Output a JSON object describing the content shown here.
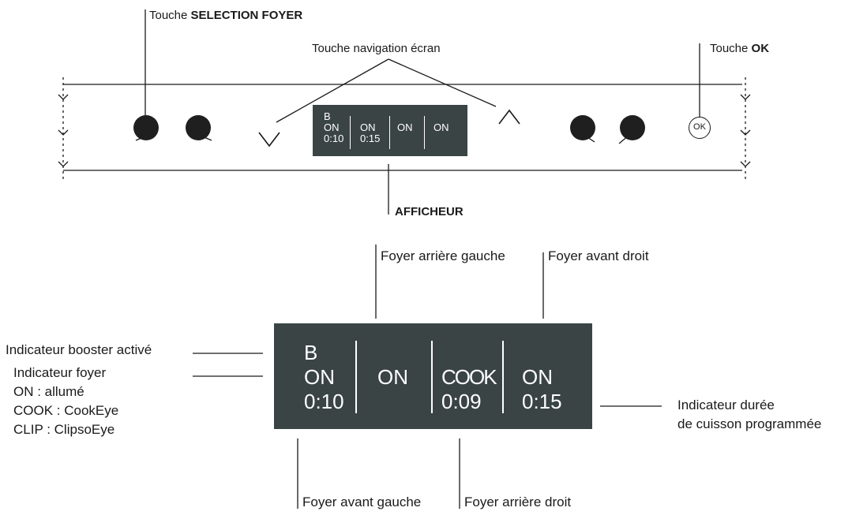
{
  "top": {
    "label_selection_prefix": "Touche ",
    "label_selection_bold": "SELECTION FOYER",
    "label_navigation": "Touche navigation écran",
    "label_ok_prefix": "Touche ",
    "label_ok_bold": "OK",
    "label_display": "AFFICHEUR",
    "ok_button": "OK",
    "small_display": {
      "col1": [
        "B",
        "ON",
        "0:10"
      ],
      "col2": [
        "",
        "ON",
        "0:15"
      ],
      "col3": [
        "",
        "ON",
        ""
      ],
      "col4": [
        "",
        "ON",
        ""
      ]
    }
  },
  "bottom": {
    "label_rear_left": "Foyer arrière gauche",
    "label_front_right": "Foyer avant droit",
    "label_booster": "Indicateur booster activé",
    "label_indicator_title": "Indicateur foyer",
    "label_on": "ON : allumé",
    "label_cook": "COOK : CookEye",
    "label_clip": "CLIP : ClipsoEye",
    "label_duration_line1": "Indicateur durée",
    "label_duration_line2": "de cuisson programmée",
    "label_front_left": "Foyer avant gauche",
    "label_rear_right": "Foyer arrière droit",
    "large_display": {
      "col1": [
        "B",
        "ON",
        "0:10"
      ],
      "col2": [
        "",
        "ON",
        ""
      ],
      "col3": [
        "",
        "COOK",
        "0:09"
      ],
      "col4": [
        "",
        "ON",
        "0:15"
      ]
    }
  },
  "colors": {
    "display_background": "#3a4445",
    "display_text": "#ffffff",
    "knob": "#1f1f1f"
  }
}
